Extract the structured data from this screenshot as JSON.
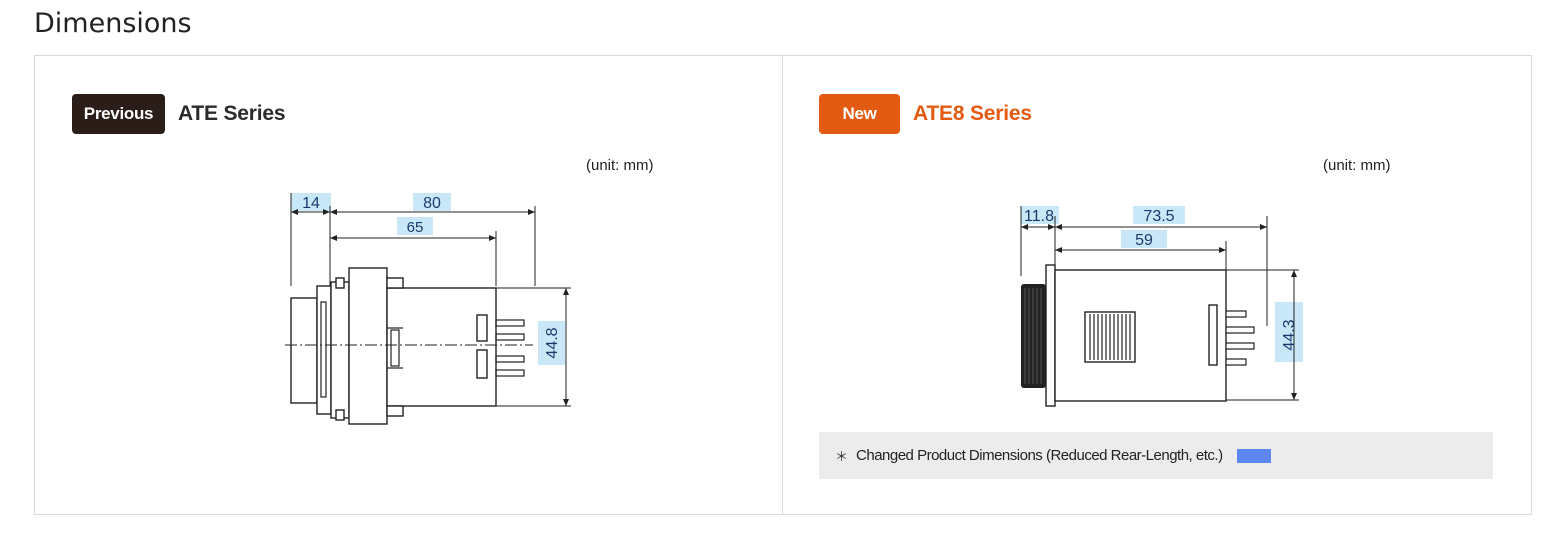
{
  "page": {
    "title": "Dimensions"
  },
  "colors": {
    "previous_badge": "#2b1d18",
    "new_badge": "#e35a12",
    "changed_highlight": "#5b86f0",
    "dimension_highlight": "#c9e8f7"
  },
  "previous": {
    "badge": "Previous",
    "series": "ATE Series",
    "unit": "(unit: mm)",
    "dims": {
      "front": "14",
      "overall": "80",
      "body": "65",
      "height": "44.8"
    }
  },
  "new": {
    "badge": "New",
    "series": "ATE8 Series",
    "unit": "(unit: mm)",
    "dims": {
      "front": "11.8",
      "overall": "73.5",
      "body": "59",
      "height": "44.3"
    },
    "note": {
      "marker": "＊",
      "text": "Changed Product Dimensions (Reduced Rear-Length, etc.)"
    }
  }
}
